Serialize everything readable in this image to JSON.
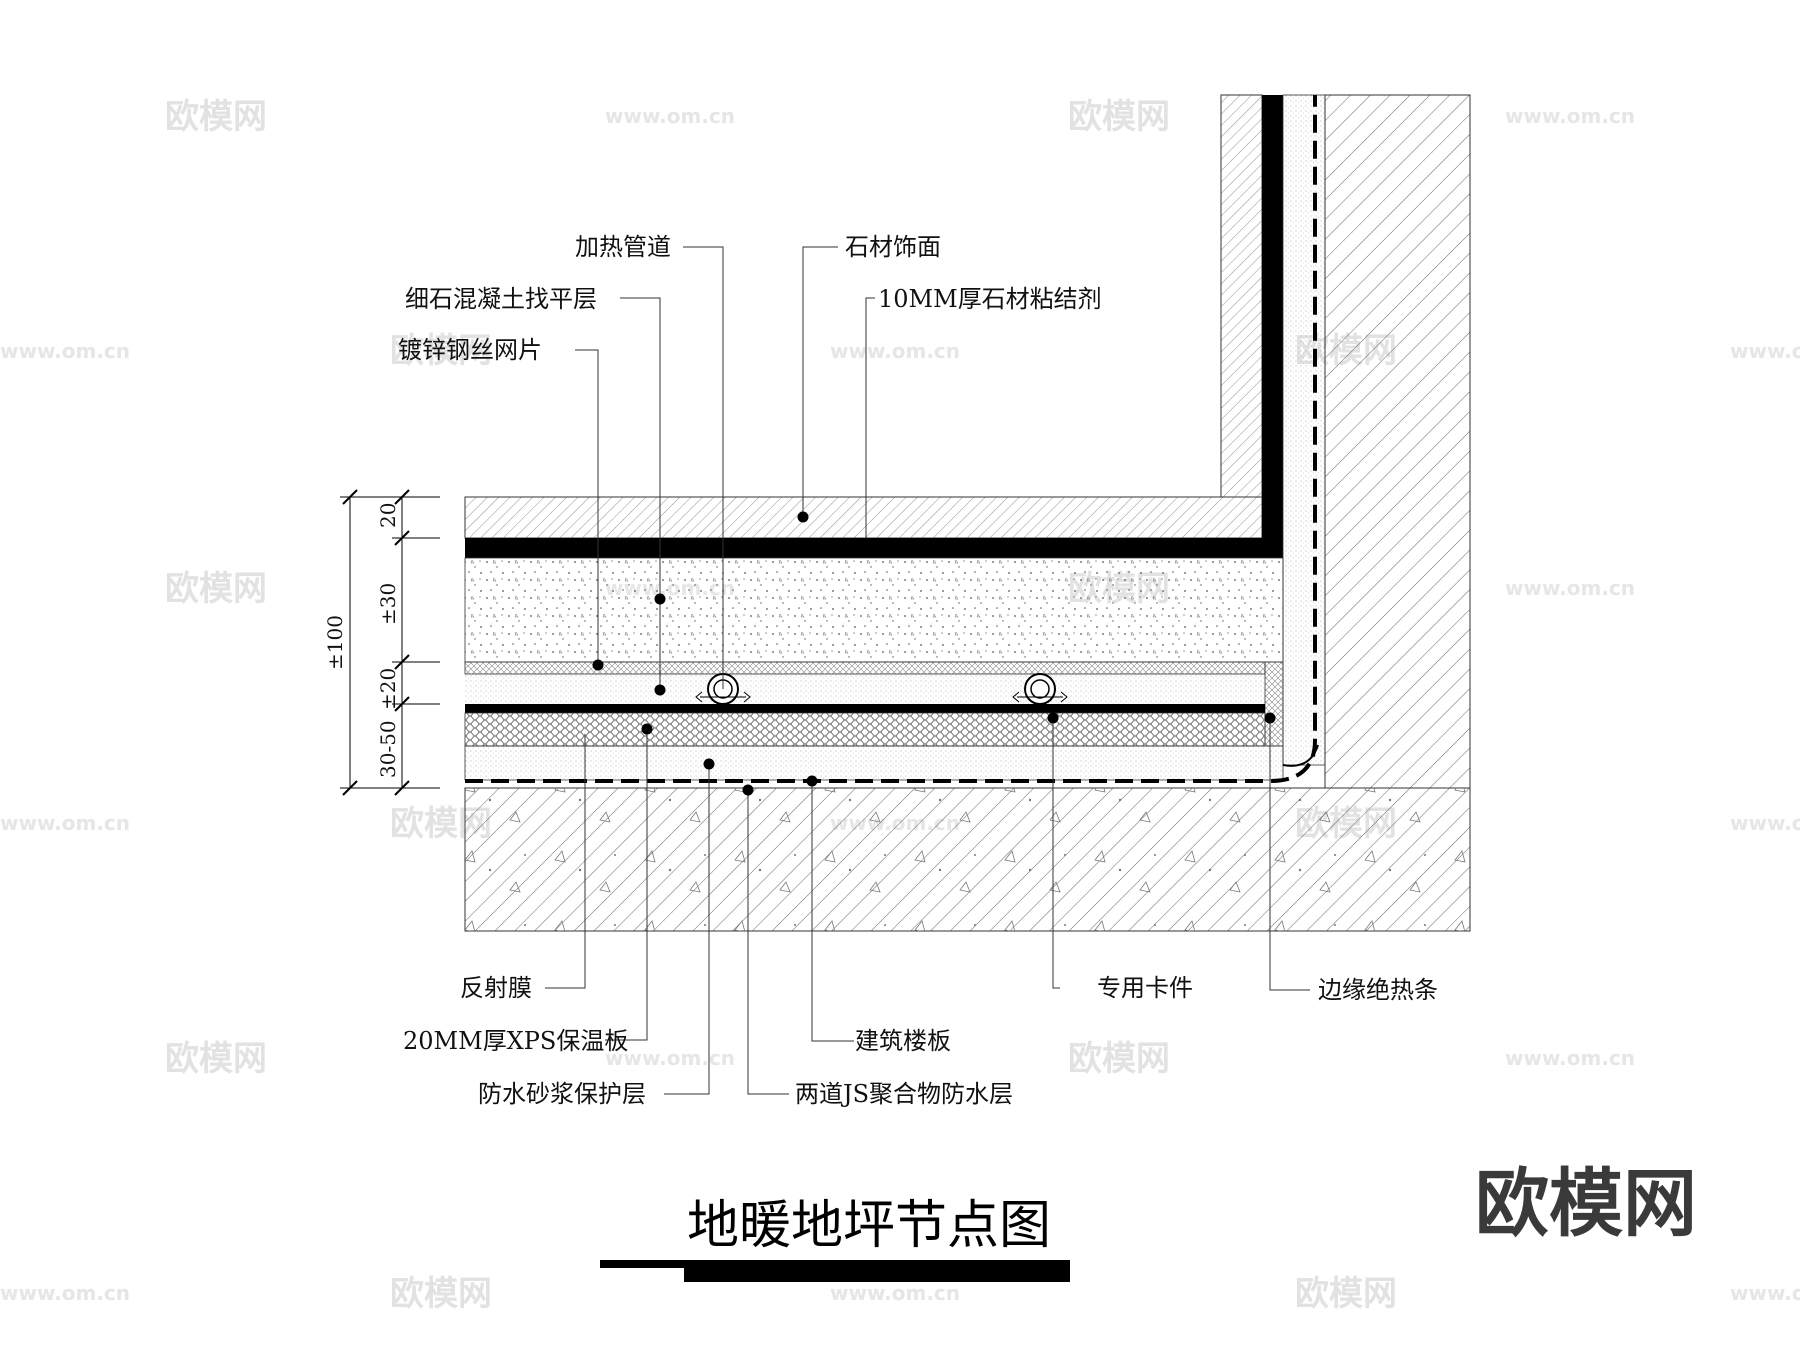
{
  "title": "地暖地坪节点图",
  "brand": "欧模网",
  "watermark": {
    "text": "欧模网",
    "url": "www.om.cn"
  },
  "labels": {
    "heating_pipe": "加热管道",
    "fine_concrete": "细石混凝土找平层",
    "wire_mesh": "镀锌钢丝网片",
    "stone_finish": "石材饰面",
    "stone_adhesive": "10MM厚石材粘结剂",
    "reflective_film": "反射膜",
    "xps_board": "20MM厚XPS保温板",
    "mortar_layer": "防水砂浆保护层",
    "special_clip": "专用卡件",
    "floor_slab": "建筑楼板",
    "js_waterproof": "两道JS聚合物防水层",
    "edge_strip": "边缘绝热条"
  },
  "dimensions": {
    "total": "±100",
    "d1": "20",
    "d2": "±30",
    "d3": "±20",
    "d4": "30-50"
  },
  "colors": {
    "line": "#000000",
    "hatch": "#555555",
    "watermark": "#e2e2e2"
  }
}
